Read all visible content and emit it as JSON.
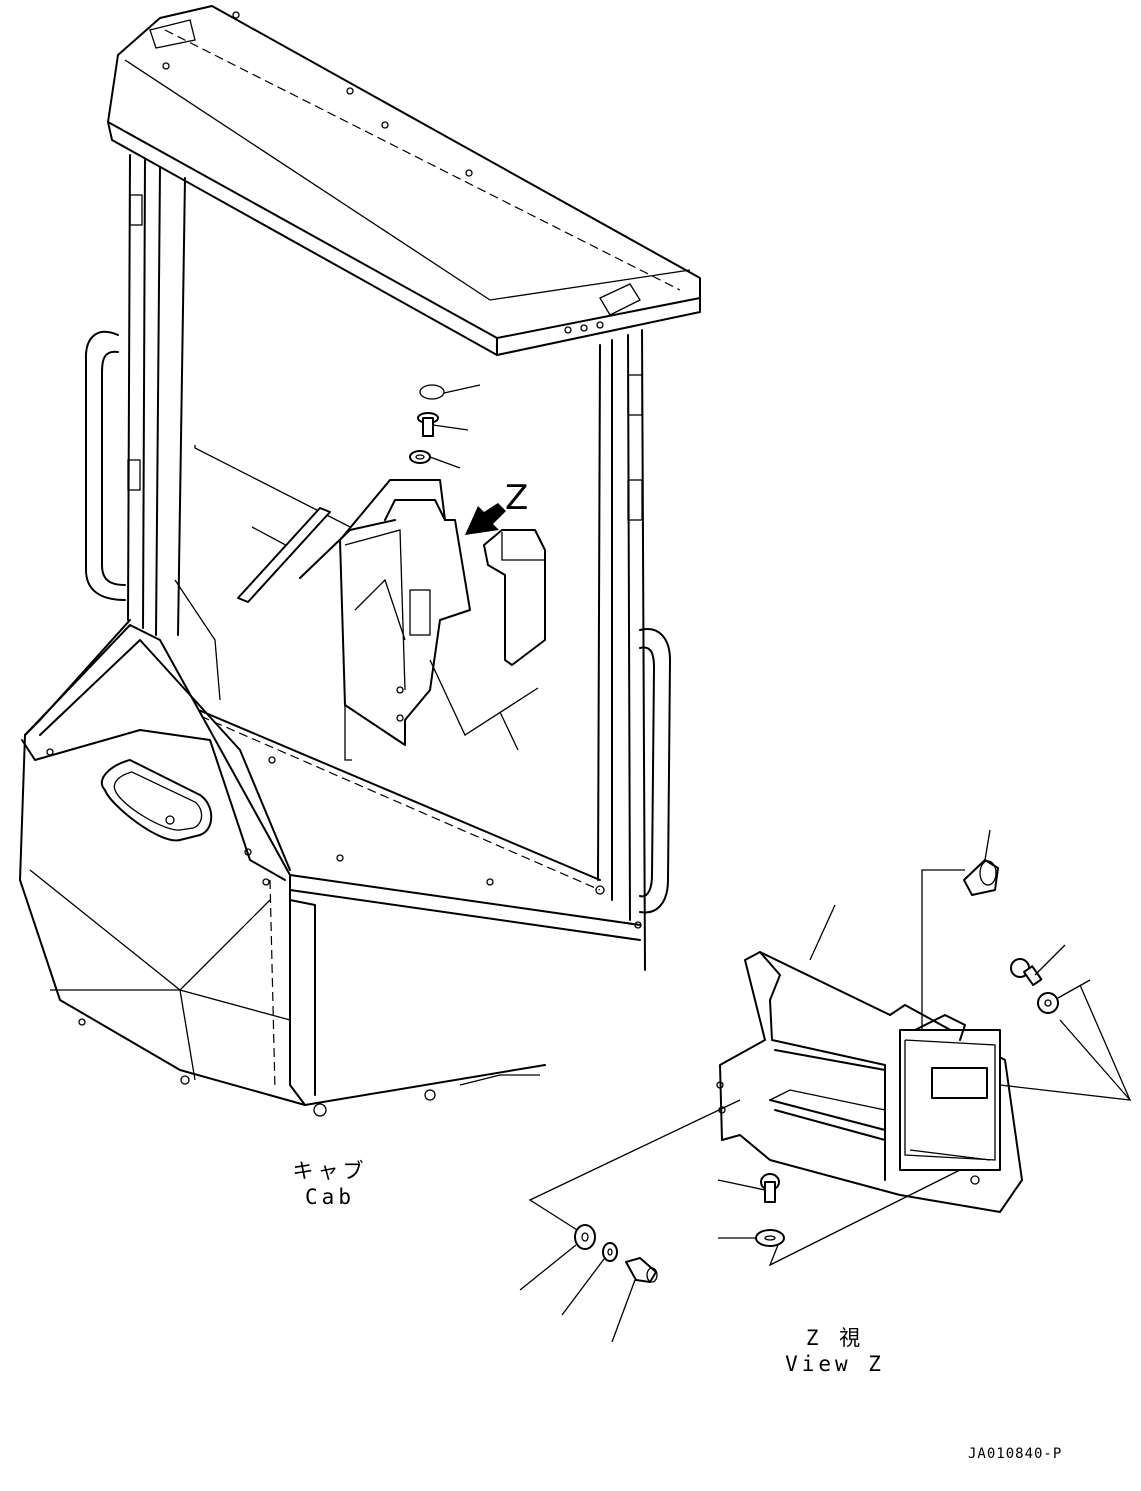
{
  "labels": {
    "z_marker": "Z",
    "cab_jp": "キャブ",
    "cab_en": "Cab",
    "view_jp": "Z 視",
    "view_en": "View Z",
    "drawing_number": "JA010840-P"
  }
}
